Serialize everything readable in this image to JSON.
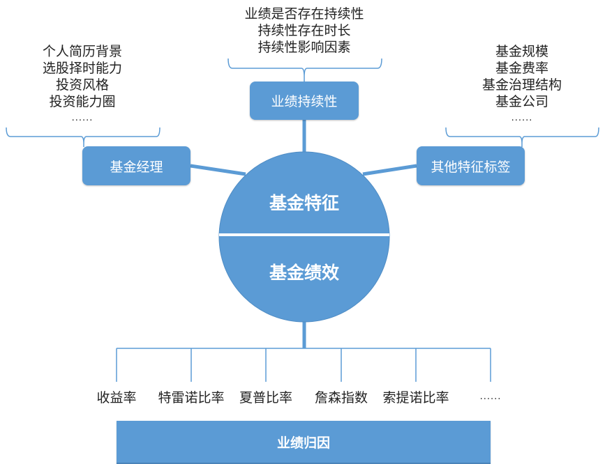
{
  "colors": {
    "primary": "#5b9bd5",
    "line": "#5b9bd5",
    "text": "#222222",
    "on_primary": "#ffffff"
  },
  "center": {
    "top_label": "基金特征",
    "bottom_label": "基金绩效"
  },
  "branches": {
    "top": {
      "label": "业绩持续性",
      "details": [
        "业绩是否存在持续性",
        "持续性存在时长",
        "持续性影响因素"
      ]
    },
    "left": {
      "label": "基金经理",
      "details": [
        "个人简历背景",
        "选股择时能力",
        "投资风格",
        "投资能力圈",
        "......"
      ]
    },
    "right": {
      "label": "其他特征标签",
      "details": [
        "基金规模",
        "基金费率",
        "基金治理结构",
        "基金公司",
        "......"
      ]
    }
  },
  "metrics": [
    "收益率",
    "特雷诺比率",
    "夏普比率",
    "詹森指数",
    "索提诺比率",
    "......"
  ],
  "bottom_bar": {
    "label": "业绩归因"
  }
}
